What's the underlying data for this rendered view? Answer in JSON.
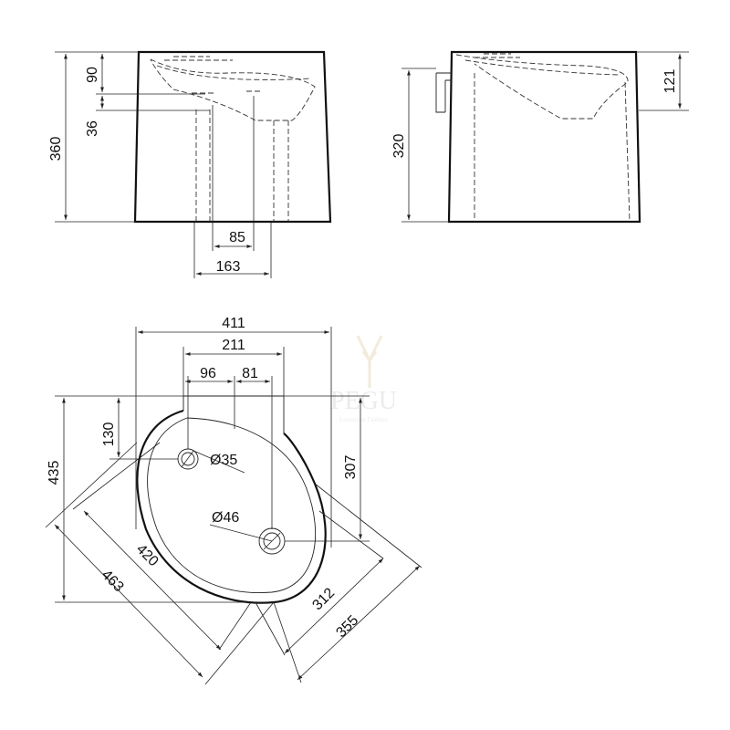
{
  "front_view": {
    "dims": {
      "height_total": "360",
      "top_offset": "90",
      "hole_offset": "36",
      "inner_width": "85",
      "outer_width": "163"
    }
  },
  "side_view": {
    "dims": {
      "height": "320",
      "depth_offset": "121"
    }
  },
  "top_view": {
    "dims": {
      "width_total": "411",
      "back_width": "211",
      "left_to_hole": "96",
      "hole_to_center": "81",
      "depth_total": "435",
      "tap_depth": "130",
      "drain_depth": "307",
      "diag_420": "420",
      "diag_463": "463",
      "diag_312": "312",
      "diag_355": "355",
      "tap_hole": "Ø35",
      "drain_hole": "Ø46"
    }
  },
  "watermark": {
    "brand": "PEGU",
    "tagline": "Luxurious Fashion"
  }
}
